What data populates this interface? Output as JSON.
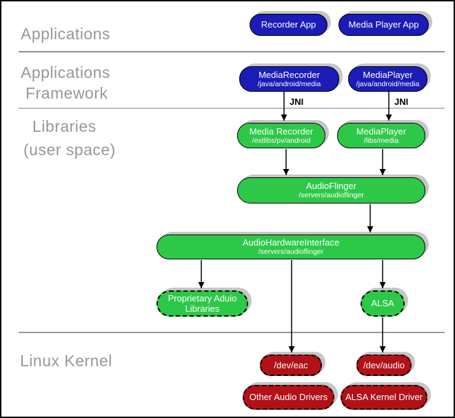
{
  "layers": {
    "applications": {
      "label": "Applications"
    },
    "framework": {
      "line1": "Applications",
      "line2": "Framework"
    },
    "libraries": {
      "line1": "Libraries",
      "line2": "(user space)"
    },
    "kernel": {
      "label": "Linux Kernel"
    }
  },
  "nodes": {
    "recorder_app": {
      "title": "Recorder App"
    },
    "media_player_app": {
      "title": "Media Player App"
    },
    "media_recorder_fw": {
      "title": "MediaRecorder",
      "subtitle": "/java/android/media"
    },
    "media_player_fw": {
      "title": "MediaPlayer",
      "subtitle": "/java/android/media"
    },
    "media_recorder_lib": {
      "title": "Media Recorder",
      "subtitle": "/extlibs/pv/android"
    },
    "media_player_lib": {
      "title": "MediaPlayer",
      "subtitle": "/libs/media"
    },
    "audio_flinger": {
      "title": "AudioFlinger",
      "subtitle": "/servers/audioflinger"
    },
    "audio_hw_interface": {
      "title": "AudioHardwareInterface",
      "subtitle": "/servers/audioflinger"
    },
    "proprietary_audio": {
      "line1": "Proprietary Aduio",
      "line2": "Libraries"
    },
    "alsa": {
      "title": "ALSA"
    },
    "dev_eac": {
      "title": "/dev/eac"
    },
    "dev_audio": {
      "title": "/dev/audio"
    },
    "other_audio_drivers": {
      "title": "Other Audio Drivers"
    },
    "alsa_kernel_driver": {
      "title": "ALSA Kernel Driver"
    }
  },
  "annotations": {
    "jni1": "JNI",
    "jni2": "JNI"
  },
  "colors": {
    "app_blue": "#1b1bb5",
    "lib_green": "#2ec848",
    "kernel_red": "#b11117",
    "label_gray": "#979797",
    "shadow_gray": "#c6c6c6",
    "divider_dark": "#8f8f8f",
    "divider_light": "#bdbdbd",
    "arrow_black": "#000000"
  }
}
